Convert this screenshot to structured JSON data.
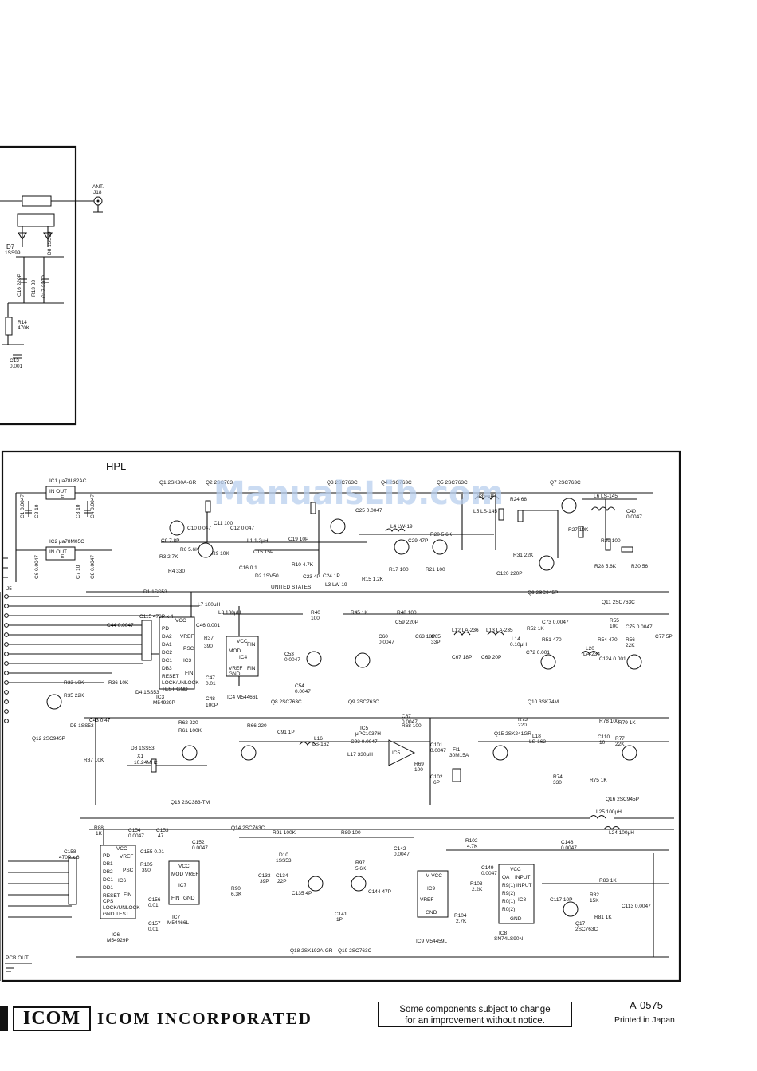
{
  "diagram": {
    "section_title": "HPL",
    "watermark": "ManualsLib.com",
    "antenna_label": "ANT. J18",
    "upper_parts": [
      "D7 1SS99",
      "D8 1SS99",
      "C16 220P",
      "R13 33",
      "C17 220P",
      "R14 470K",
      "C13 0.001"
    ],
    "ics": [
      {
        "ref": "IC1",
        "part": "μa78L82AC"
      },
      {
        "ref": "IC2",
        "part": "μa78M05C"
      },
      {
        "ref": "IC3",
        "part": "M54929P"
      },
      {
        "ref": "IC4",
        "part": "M54466L"
      },
      {
        "ref": "IC5",
        "part": "μPC1037H"
      },
      {
        "ref": "IC6",
        "part": "M54929P"
      },
      {
        "ref": "IC7",
        "part": "M54466L"
      },
      {
        "ref": "IC8",
        "part": "SN74LS90N"
      },
      {
        "ref": "IC9",
        "part": "M54459L"
      }
    ],
    "transistors": [
      "Q1 2SK30A-GR",
      "Q2 2SC763",
      "Q3 2SC763C",
      "Q4 2SC763C",
      "Q5 2SC763C",
      "Q6 2SC945P",
      "Q7 2SC763C",
      "Q8 2SC763C",
      "Q9 2SC763C",
      "Q10 3SK74M",
      "Q11 2SC763C",
      "Q12 2SC945P",
      "Q13 2SC383-TM",
      "Q14 2SC763C",
      "Q15 2SK241GR",
      "Q16 2SC945P",
      "Q17 2SC763C",
      "Q18 2SK192A-GR",
      "Q19 2SC763C"
    ],
    "misc": [
      "X1 10.24MHz",
      "FI1 30M15A",
      "L25 100μH",
      "L24 100μH",
      "C158 470P x 6",
      "PCB OUT"
    ]
  },
  "footer": {
    "logo": "ICOM",
    "company": "ICOM INCORPORATED",
    "notice_line1": "Some components subject to change",
    "notice_line2": "for an improvement without notice.",
    "code": "A-0575",
    "printed": "Printed in Japan"
  }
}
